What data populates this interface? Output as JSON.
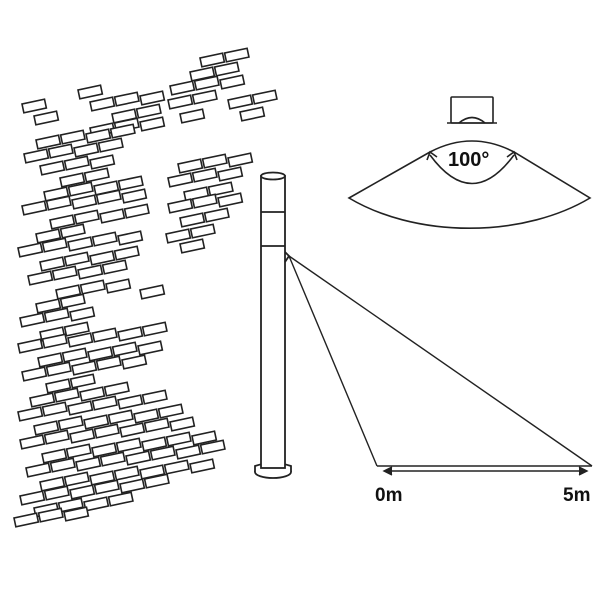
{
  "sensor": {
    "detection_angle_label": "100°",
    "range_start_label": "0m",
    "range_end_label": "5m"
  },
  "colors": {
    "line": "#222222",
    "brick_fill": "#ffffff"
  },
  "icons": {
    "wall": "brick-wall-icon",
    "lamp": "bollard-lamp-icon",
    "sensor": "pir-sensor-icon"
  }
}
